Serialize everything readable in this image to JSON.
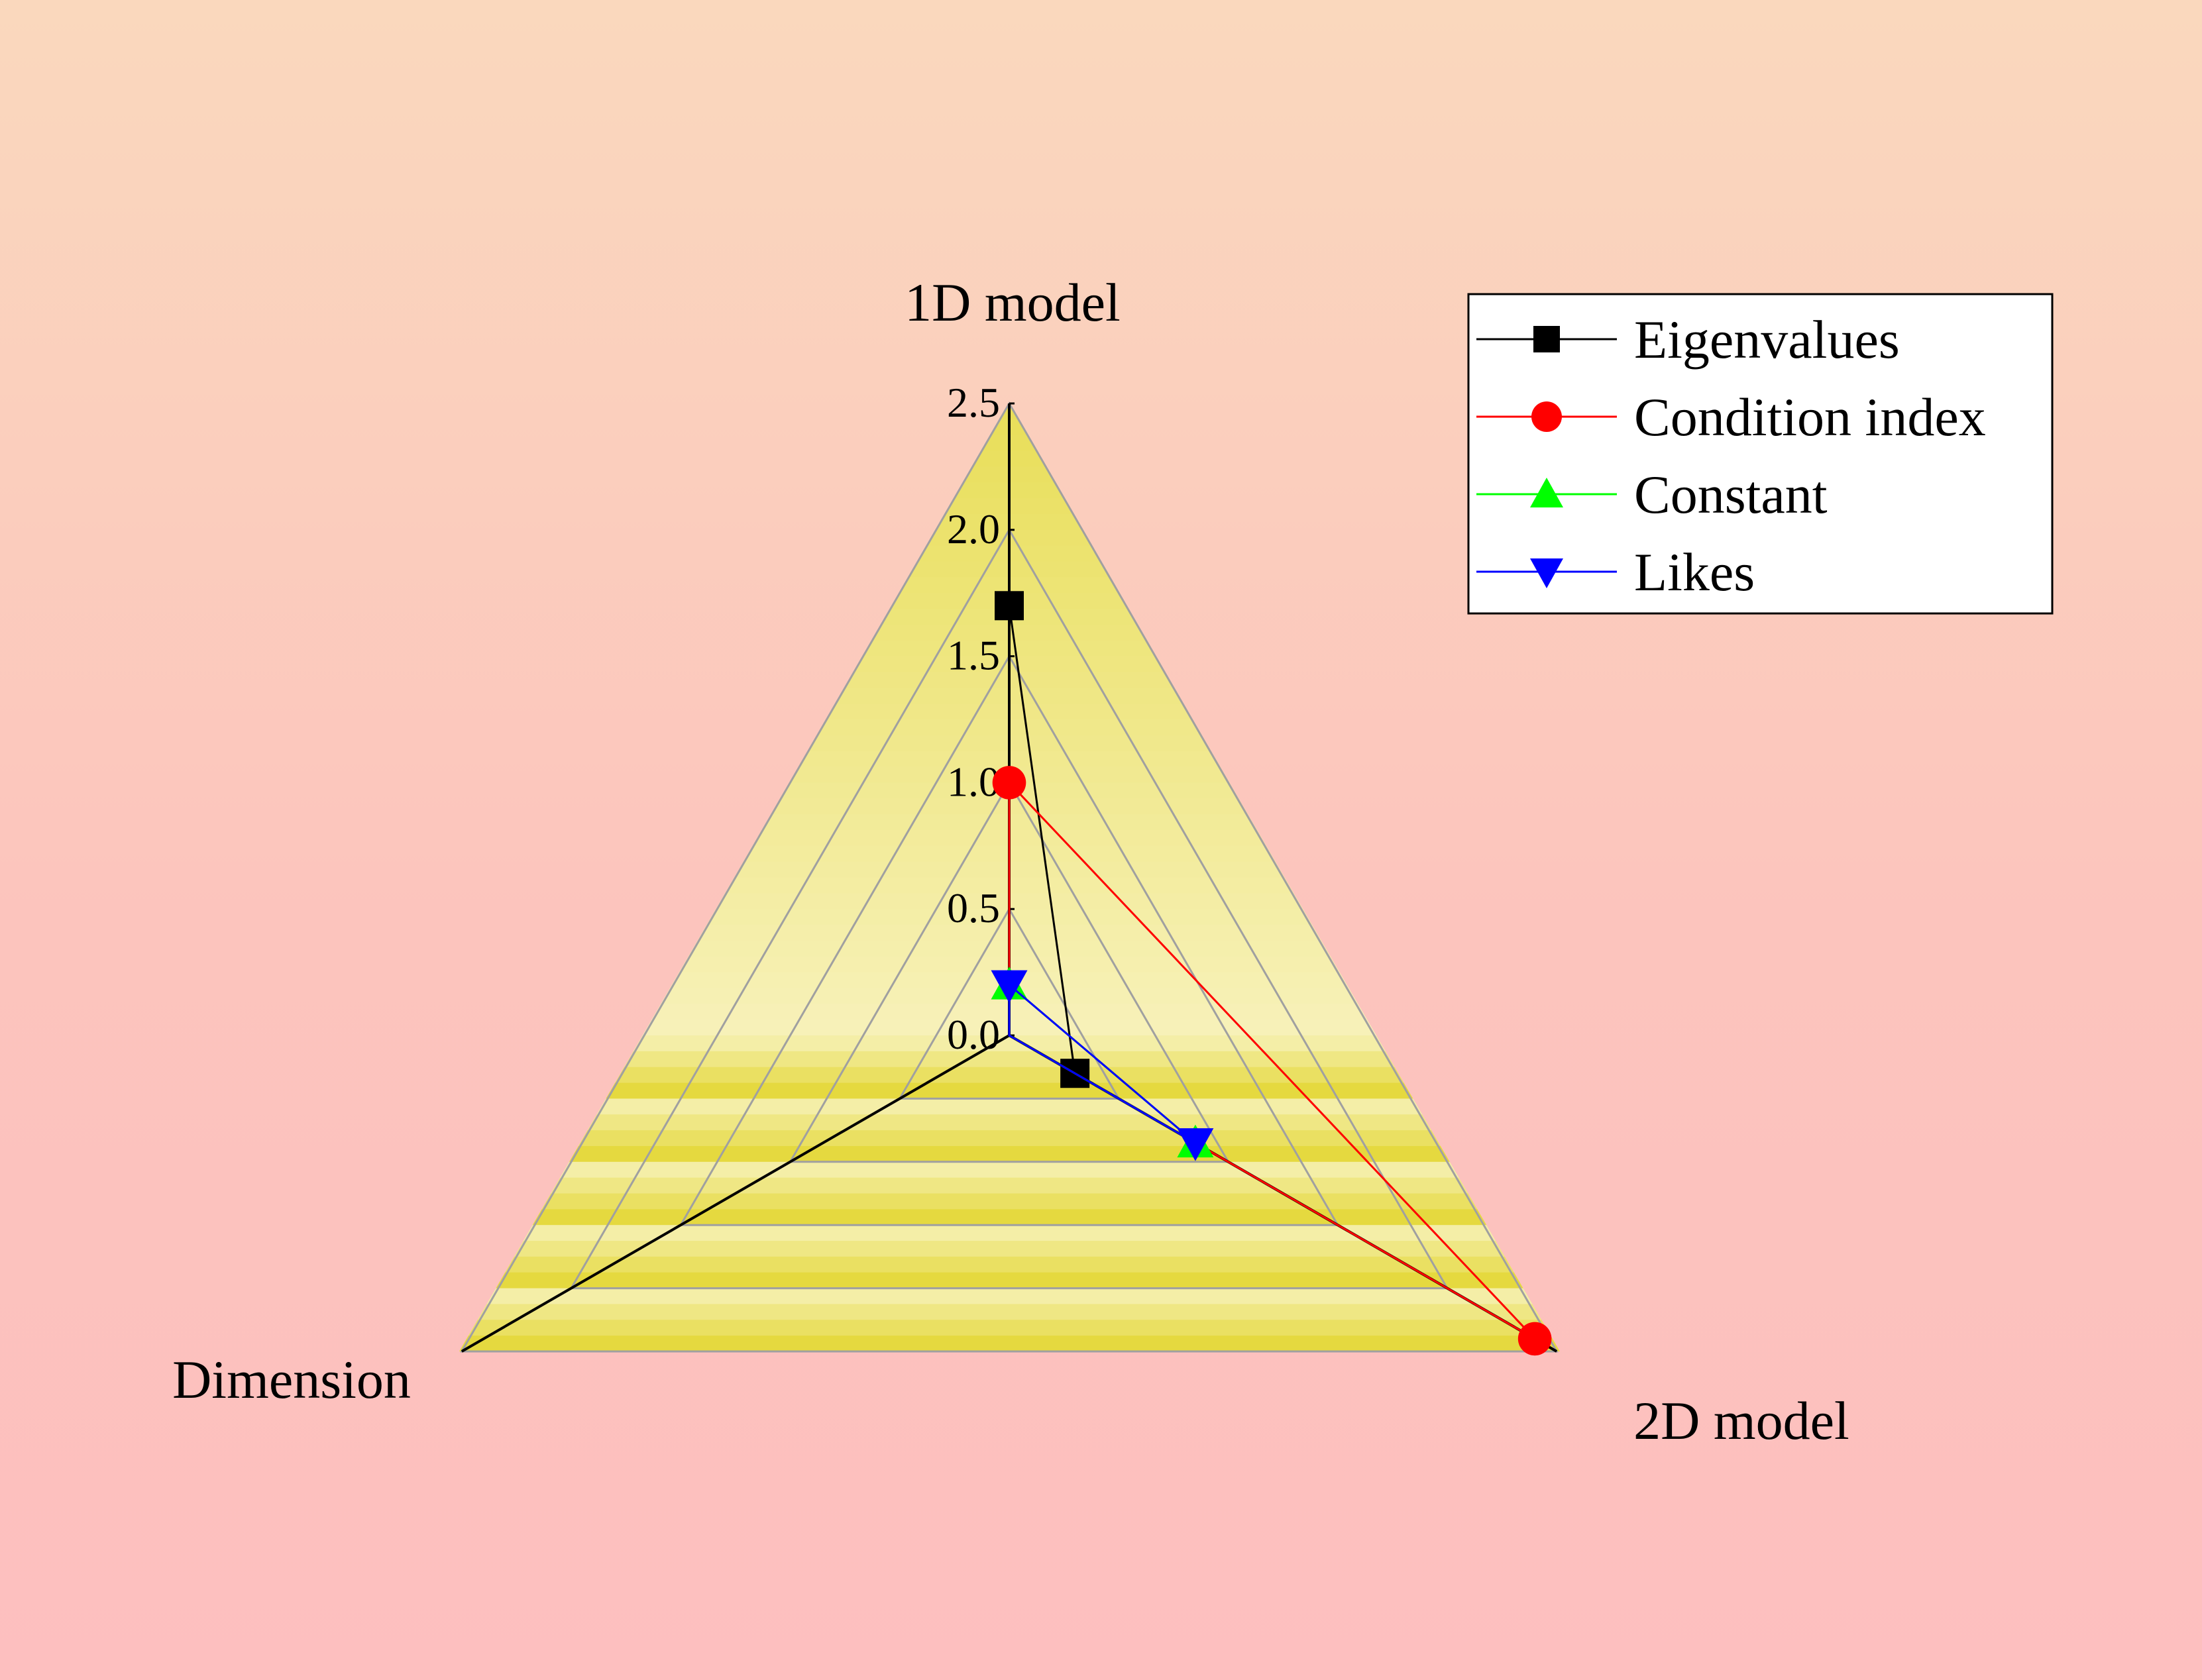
{
  "chart_data": {
    "type": "radar",
    "title": "",
    "axes": [
      "1D model",
      "2D model",
      "Dimension"
    ],
    "rlim": [
      0,
      2.5
    ],
    "ticks": [
      "0.0",
      "0.5",
      "1.0",
      "1.5",
      "2.0",
      "2.5"
    ],
    "grid": true,
    "legend_position": "top-right",
    "series": [
      {
        "name": "Eigenvalues",
        "values": [
          1.7,
          0.3,
          0
        ],
        "color": "#000000",
        "marker": "square"
      },
      {
        "name": "Condition index",
        "values": [
          1.0,
          2.4,
          0
        ],
        "color": "#ff0000",
        "marker": "circle"
      },
      {
        "name": "Constant",
        "values": [
          0.2,
          0.85,
          0
        ],
        "color": "#00ff00",
        "marker": "triangle-up"
      },
      {
        "name": "Likes",
        "values": [
          0.2,
          0.85,
          0
        ],
        "color": "#0000ff",
        "marker": "triangle-down"
      }
    ],
    "colors": {
      "fill_outer": "#e2d62e",
      "fill_inner": "#fbf6d2",
      "grid_line": "#a0a0a0"
    }
  }
}
